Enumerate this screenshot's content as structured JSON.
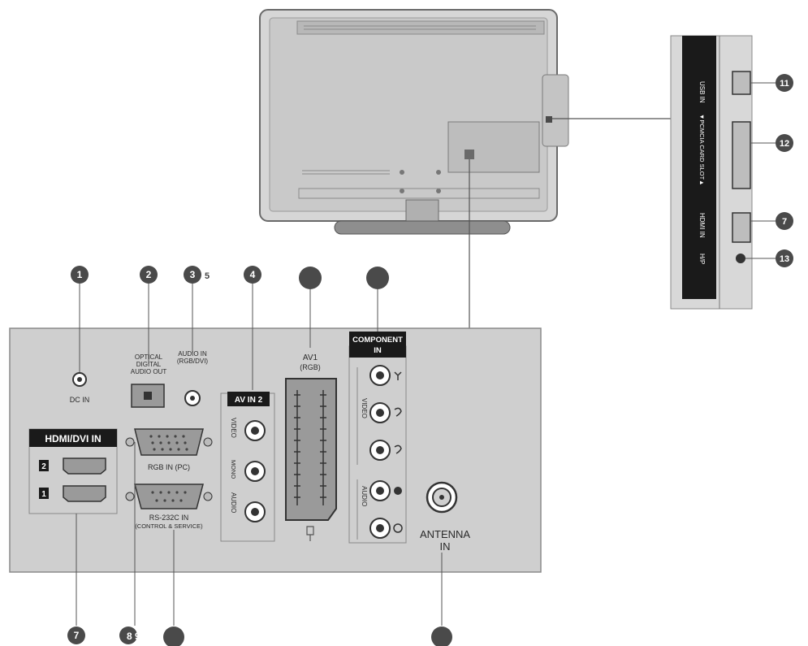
{
  "callouts": {
    "c1": "1",
    "c2": "2",
    "c3": "3",
    "c3_suffix": "5",
    "c4": "4",
    "c7_bottom": "7",
    "c89": "8 9",
    "c11": "11",
    "c12": "12",
    "c7_side": "7",
    "c13": "13"
  },
  "labels": {
    "dc_in": "DC IN",
    "optical_1": "OPTICAL",
    "optical_2": "DIGITAL",
    "optical_3": "AUDIO OUT",
    "audio_in_1": "AUDIO IN",
    "audio_in_2": "(RGB/DVI)",
    "av_in2": "AV IN 2",
    "av1_1": "AV1",
    "av1_2": "(RGB)",
    "component_1": "COMPONENT",
    "component_2": "IN",
    "hdmi_dvi_in": "HDMI/DVI IN",
    "hdmi_2": "2",
    "hdmi_1": "1",
    "rgb_in": "RGB IN (PC)",
    "rs232_1": "RS-232C IN",
    "rs232_2": "(CONTROL & SERVICE)",
    "antenna_1": "ANTENNA",
    "antenna_2": "IN",
    "video": "VIDEO",
    "mono": "MONO",
    "audio": "AUDIO",
    "comp_video": "VIDEO",
    "comp_audio": "AUDIO",
    "side_usb": "USB IN",
    "side_pcmcia": "▼PCMCIA CARD SLOT▲",
    "side_hdmi": "HDMI IN",
    "side_hp": "H/P"
  },
  "colors": {
    "callout_fill": "#4a4a4a",
    "panel_fill": "#cfcfcf",
    "panel_stroke": "#8a8a8a",
    "label_bg": "#1a1a1a"
  }
}
